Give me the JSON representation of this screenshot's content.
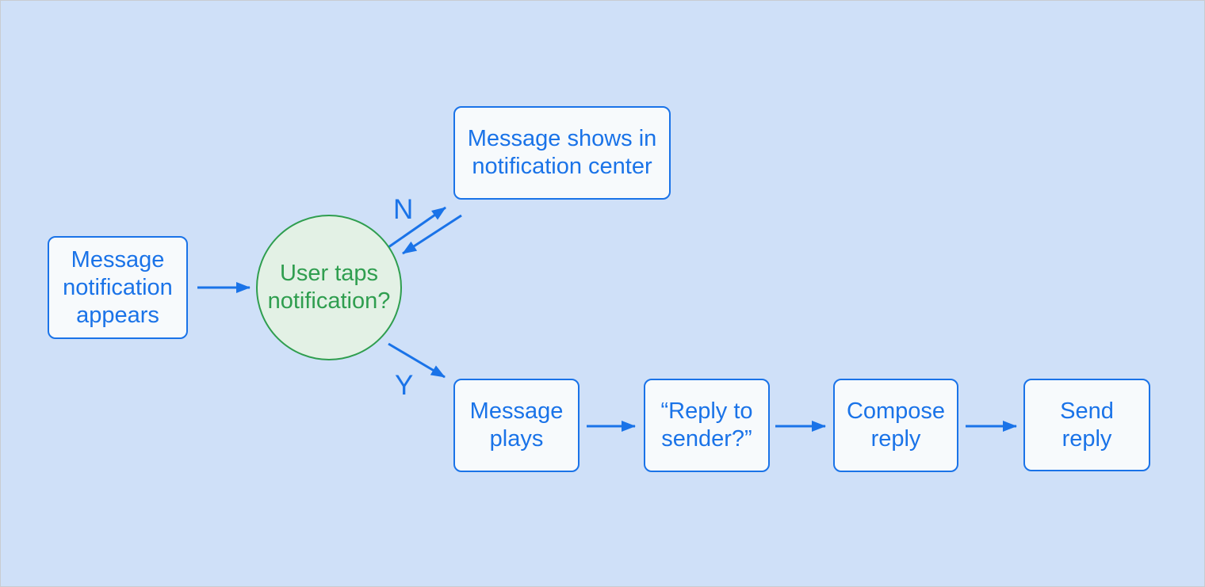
{
  "colors": {
    "blue": "#1a73e8",
    "green": "#2f9e4f",
    "box_fill": "#f7fafc",
    "circle_fill": "#e3f1e5",
    "canvas_bg": "#cfe0f8",
    "canvas_border": "#c9ccd1"
  },
  "nodes": {
    "message_notification": {
      "label": "Message\nnotification\nappears"
    },
    "notification_center": {
      "label": "Message shows in\nnotification center"
    },
    "decision": {
      "label": "User taps\nnotification?"
    },
    "message_plays": {
      "label": "Message\nplays"
    },
    "reply_to_sender": {
      "label": "“Reply to\nsender?”"
    },
    "compose_reply": {
      "label": "Compose\nreply"
    },
    "send_reply": {
      "label": "Send\nreply"
    }
  },
  "edges": {
    "no_label": "N",
    "yes_label": "Y"
  }
}
